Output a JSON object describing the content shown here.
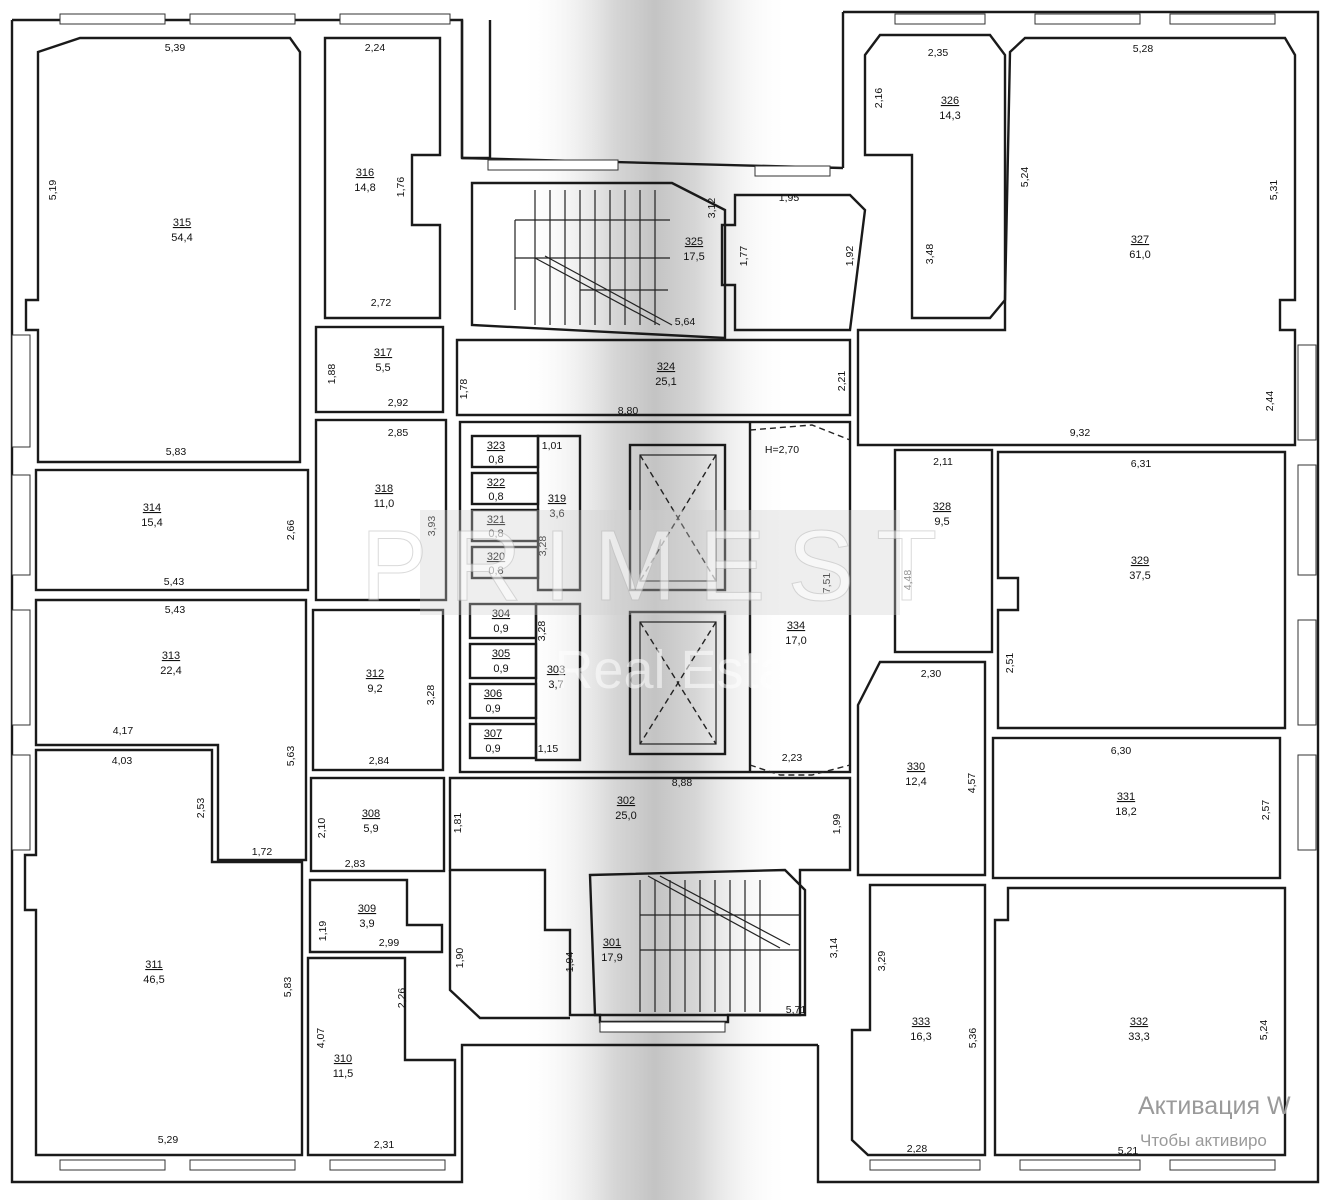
{
  "watermark": {
    "logo": "PRIMEST",
    "text": "Real Estate"
  },
  "activation": {
    "title": "Активация W",
    "subtitle": "Чтобы активиро"
  },
  "rooms": [
    {
      "num": "315",
      "area": "54,4"
    },
    {
      "num": "316",
      "area": "14,8"
    },
    {
      "num": "325",
      "area": "17,5"
    },
    {
      "num": "326",
      "area": "14,3"
    },
    {
      "num": "327",
      "area": "61,0"
    },
    {
      "num": "317",
      "area": "5,5"
    },
    {
      "num": "324",
      "area": "25,1"
    },
    {
      "num": "323",
      "area": "0,8"
    },
    {
      "num": "322",
      "area": "0,8"
    },
    {
      "num": "321",
      "area": "0,8"
    },
    {
      "num": "320",
      "area": "0,8"
    },
    {
      "num": "319",
      "area": "3,6"
    },
    {
      "num": "318",
      "area": "11,0"
    },
    {
      "num": "314",
      "area": "15,4"
    },
    {
      "num": "328",
      "area": "9,5"
    },
    {
      "num": "329",
      "area": "37,5"
    },
    {
      "num": "334",
      "area": "17,0"
    },
    {
      "num": "313",
      "area": "22,4"
    },
    {
      "num": "312",
      "area": "9,2"
    },
    {
      "num": "304",
      "area": "0,9"
    },
    {
      "num": "305",
      "area": "0,9"
    },
    {
      "num": "303",
      "area": "3,7"
    },
    {
      "num": "306",
      "area": "0,9"
    },
    {
      "num": "307",
      "area": "0,9"
    },
    {
      "num": "330",
      "area": "12,4"
    },
    {
      "num": "331",
      "area": "18,2"
    },
    {
      "num": "308",
      "area": "5,9"
    },
    {
      "num": "302",
      "area": "25,0"
    },
    {
      "num": "309",
      "area": "3,9"
    },
    {
      "num": "311",
      "area": "46,5"
    },
    {
      "num": "301",
      "area": "17,9"
    },
    {
      "num": "333",
      "area": "16,3"
    },
    {
      "num": "332",
      "area": "33,3"
    },
    {
      "num": "310",
      "area": "11,5"
    }
  ],
  "dimensions": [
    "5,39",
    "2,24",
    "2,35",
    "5,28",
    "5,19",
    "2,16",
    "5,24",
    "5,31",
    "1,76",
    "3,12",
    "1,95",
    "1,77",
    "1,92",
    "3,48",
    "2,72",
    "5,64",
    "1,88",
    "1,78",
    "2,21",
    "2,44",
    "2,92",
    "8,80",
    "9,32",
    "1,01",
    "H=2,70",
    "2,85",
    "5,83",
    "2,11",
    "6,31",
    "2,66",
    "3,93",
    "3,28",
    "7,51",
    "4,48",
    "5,43",
    "5,43",
    "3,28",
    "2,51",
    "2,30",
    "3,28",
    "4,17",
    "4,03",
    "5,63",
    "2,53",
    "1,15",
    "6,30",
    "2,84",
    "2,23",
    "4,57",
    "8,88",
    "2,10",
    "1,81",
    "1,99",
    "2,57",
    "1,72",
    "2,83",
    "1,19",
    "2,99",
    "3,14",
    "3,29",
    "1,90",
    "1,94",
    "5,83",
    "2,26",
    "5,71",
    "5,36",
    "5,24",
    "4,07",
    "5,29",
    "2,31",
    "2,28",
    "5,21"
  ]
}
